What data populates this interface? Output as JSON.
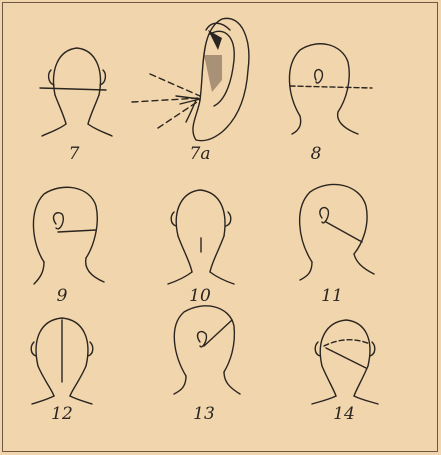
{
  "figures": [
    {
      "id": "f7",
      "label": "7",
      "description": "head back view, horizontal line across base of skull"
    },
    {
      "id": "f7a",
      "label": "7a",
      "description": "ear close-up with dashed lines showing approach angles"
    },
    {
      "id": "f8",
      "label": "8",
      "description": "head side view, dashed horizontal line behind ear"
    },
    {
      "id": "f9",
      "label": "9",
      "description": "head side view, line from ear to back"
    },
    {
      "id": "f10",
      "label": "10",
      "description": "head back view, short vertical line at nape"
    },
    {
      "id": "f11",
      "label": "11",
      "description": "head side view, diagonal line from ear downward"
    },
    {
      "id": "f12",
      "label": "12",
      "description": "head back view, vertical centre line"
    },
    {
      "id": "f13",
      "label": "13",
      "description": "head side view, diagonal line from ear to crown"
    },
    {
      "id": "f14",
      "label": "14",
      "description": "head back view, diagonal dashed line across head"
    }
  ],
  "colors": {
    "paper": "#f1d5ac",
    "ink": "#2a2520"
  }
}
